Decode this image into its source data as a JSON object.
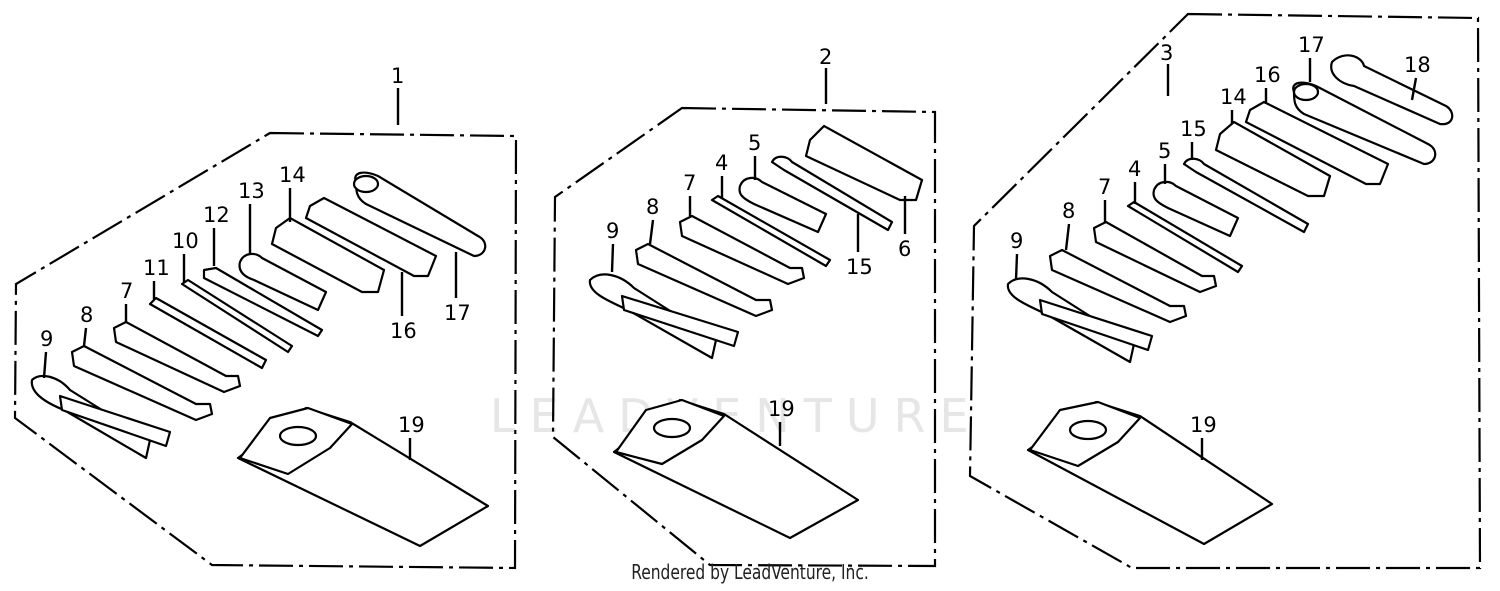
{
  "watermark": "LEADVENTURE",
  "footer": "Rendered by LeadVenture, Inc.",
  "kits": [
    {
      "label": "1",
      "callouts": [
        "14",
        "13",
        "12",
        "10",
        "11",
        "7",
        "8",
        "9",
        "16",
        "17",
        "19"
      ]
    },
    {
      "label": "2",
      "callouts": [
        "5",
        "4",
        "7",
        "8",
        "9",
        "15",
        "6",
        "19"
      ]
    },
    {
      "label": "3",
      "callouts": [
        "17",
        "18",
        "16",
        "14",
        "15",
        "5",
        "4",
        "7",
        "8",
        "9",
        "19"
      ]
    }
  ]
}
